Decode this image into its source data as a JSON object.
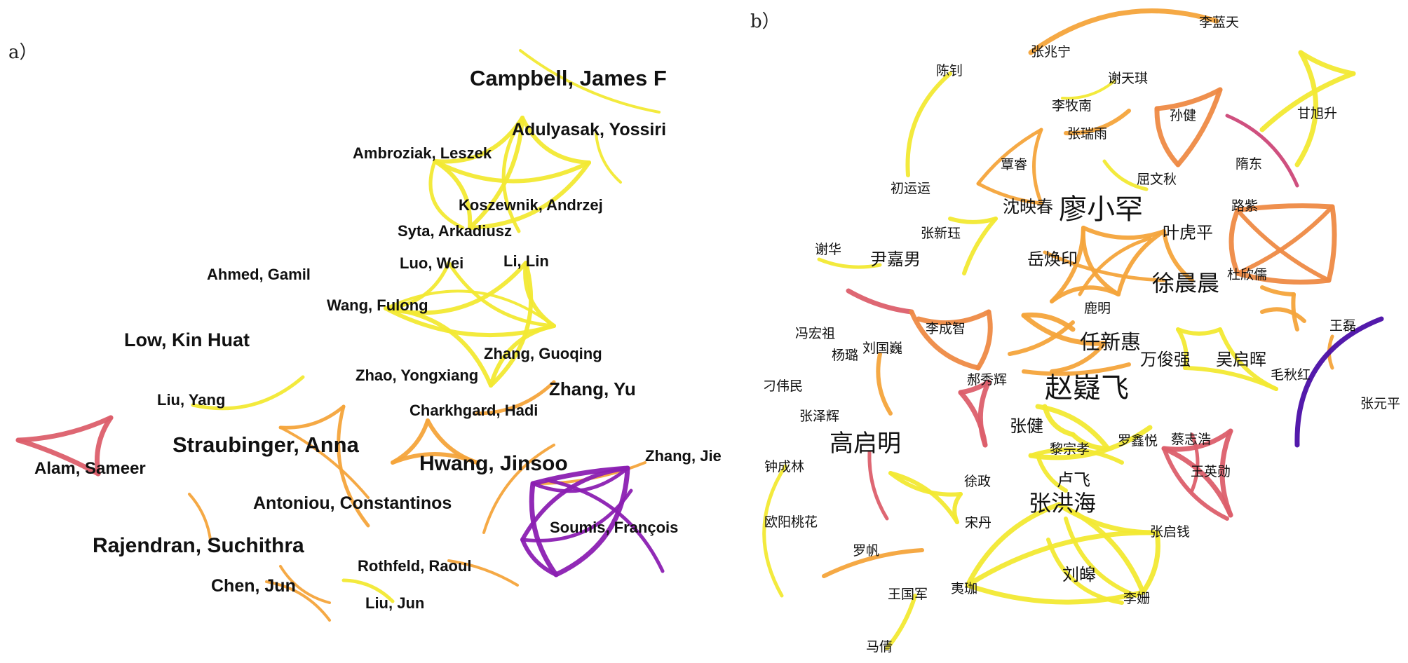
{
  "panels": {
    "a": {
      "label": "a）",
      "nodes": [
        {
          "id": "campbell",
          "label": "Campbell, James F"
        },
        {
          "id": "adulyasak",
          "label": "Adulyasak, Yossiri"
        },
        {
          "id": "ambroziak",
          "label": "Ambroziak, Leszek"
        },
        {
          "id": "koszewnik",
          "label": "Koszewnik, Andrzej"
        },
        {
          "id": "syta",
          "label": "Syta, Arkadiusz"
        },
        {
          "id": "ahmed",
          "label": "Ahmed, Gamil"
        },
        {
          "id": "luowei",
          "label": "Luo, Wei"
        },
        {
          "id": "lilin",
          "label": "Li, Lin"
        },
        {
          "id": "wangfulong",
          "label": "Wang, Fulong"
        },
        {
          "id": "lowkin",
          "label": "Low, Kin Huat"
        },
        {
          "id": "zhangguoqing",
          "label": "Zhang, Guoqing"
        },
        {
          "id": "zhaoyong",
          "label": "Zhao, Yongxiang"
        },
        {
          "id": "liuyang",
          "label": "Liu, Yang"
        },
        {
          "id": "zhangyu",
          "label": "Zhang, Yu"
        },
        {
          "id": "charkhgard",
          "label": "Charkhgard, Hadi"
        },
        {
          "id": "alam",
          "label": "Alam, Sameer"
        },
        {
          "id": "straubinger",
          "label": "Straubinger, Anna"
        },
        {
          "id": "hwang",
          "label": "Hwang, Jinsoo"
        },
        {
          "id": "zhangjie",
          "label": "Zhang, Jie"
        },
        {
          "id": "antoniou",
          "label": "Antoniou, Constantinos"
        },
        {
          "id": "soumis",
          "label": "Soumis, François"
        },
        {
          "id": "rajendran",
          "label": "Rajendran, Suchithra"
        },
        {
          "id": "rothfeld",
          "label": "Rothfeld, Raoul"
        },
        {
          "id": "chenjun",
          "label": "Chen, Jun"
        },
        {
          "id": "liujun",
          "label": "Liu, Jun"
        }
      ]
    },
    "b": {
      "label": "b）",
      "nodes": [
        {
          "id": "lilantian",
          "label": "李蓝天"
        },
        {
          "id": "zhangzhaoning",
          "label": "张兆宁"
        },
        {
          "id": "chenzhao",
          "label": "陈钊"
        },
        {
          "id": "xietianqi",
          "label": "谢天琪"
        },
        {
          "id": "limunan",
          "label": "李牧南"
        },
        {
          "id": "sunjian",
          "label": "孙健"
        },
        {
          "id": "ganxusheng",
          "label": "甘旭升"
        },
        {
          "id": "zhangruiyu",
          "label": "张瑞雨"
        },
        {
          "id": "tandong",
          "label": "隋东"
        },
        {
          "id": "tanchun",
          "label": "覃睿"
        },
        {
          "id": "quwenqiu",
          "label": "屈文秋"
        },
        {
          "id": "chuyunyun",
          "label": "初运运"
        },
        {
          "id": "shenyingchun",
          "label": "沈映春"
        },
        {
          "id": "liaoxiaohan",
          "label": "廖小罕"
        },
        {
          "id": "luzi",
          "label": "路紫"
        },
        {
          "id": "zhangxinyu",
          "label": "张新珏"
        },
        {
          "id": "yehuping",
          "label": "叶虎平"
        },
        {
          "id": "xiehua",
          "label": "谢华"
        },
        {
          "id": "yinjianan",
          "label": "尹嘉男"
        },
        {
          "id": "yuehuanyin",
          "label": "岳焕印"
        },
        {
          "id": "duxinru",
          "label": "杜欣儒"
        },
        {
          "id": "xuchenchen",
          "label": "徐晨晨"
        },
        {
          "id": "luming",
          "label": "鹿明"
        },
        {
          "id": "lichengzhi",
          "label": "李成智"
        },
        {
          "id": "wanglei",
          "label": "王磊"
        },
        {
          "id": "fenghongzu",
          "label": "冯宏祖"
        },
        {
          "id": "renxinhui",
          "label": "任新惠"
        },
        {
          "id": "liuguowei",
          "label": "刘国巍"
        },
        {
          "id": "yanglu",
          "label": "杨璐"
        },
        {
          "id": "wanjunqiang",
          "label": "万俊强"
        },
        {
          "id": "wuqihui",
          "label": "吴启晖"
        },
        {
          "id": "maoqiuhong",
          "label": "毛秋红"
        },
        {
          "id": "haoxiuhui",
          "label": "郝秀辉"
        },
        {
          "id": "diaoweimin",
          "label": "刁伟民"
        },
        {
          "id": "zhaoningfei",
          "label": "赵嶷飞"
        },
        {
          "id": "zhangyuanping",
          "label": "张元平"
        },
        {
          "id": "zhangzehui",
          "label": "张泽辉"
        },
        {
          "id": "zhangjian",
          "label": "张健"
        },
        {
          "id": "gaoqiming",
          "label": "高启明"
        },
        {
          "id": "lizongxiao",
          "label": "黎宗孝"
        },
        {
          "id": "luoxinyue",
          "label": "罗鑫悦"
        },
        {
          "id": "caizhihao",
          "label": "蔡志浩"
        },
        {
          "id": "zhongchenglin",
          "label": "钟成林"
        },
        {
          "id": "wangyingxun",
          "label": "王英勋"
        },
        {
          "id": "xuzheng",
          "label": "徐政"
        },
        {
          "id": "lufei",
          "label": "卢飞"
        },
        {
          "id": "zhanghonghai",
          "label": "张洪海"
        },
        {
          "id": "ouyangtaohua",
          "label": "欧阳桃花"
        },
        {
          "id": "songdan",
          "label": "宋丹"
        },
        {
          "id": "zhangqiqian",
          "label": "张启钱"
        },
        {
          "id": "luofan",
          "label": "罗帆"
        },
        {
          "id": "liugao",
          "label": "刘皞"
        },
        {
          "id": "wangguojun",
          "label": "王国军"
        },
        {
          "id": "yijia",
          "label": "夷珈"
        },
        {
          "id": "lishan",
          "label": "李姗"
        },
        {
          "id": "maqian",
          "label": "马倩"
        }
      ]
    }
  },
  "colors": {
    "yellow": "#f2e933",
    "light_orange": "#f6c03a",
    "orange": "#f4a43b",
    "deep_orange": "#ee8a45",
    "coral": "#dc5f6b",
    "pink": "#cc4778",
    "purple": "#8b1fb2",
    "indigo": "#4a0ea6"
  }
}
